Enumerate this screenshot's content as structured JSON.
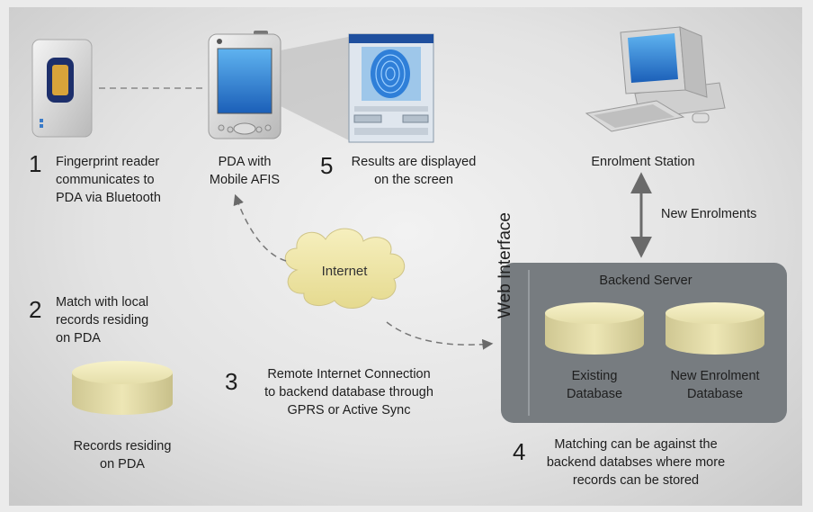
{
  "steps": {
    "s1": {
      "num": "1",
      "lines": [
        "Fingerprint reader",
        "communicates to",
        "PDA via Bluetooth"
      ]
    },
    "s2": {
      "num": "2",
      "lines": [
        "Match with local",
        "records residing",
        "on PDA"
      ]
    },
    "s3": {
      "num": "3",
      "lines": [
        "Remote Internet Connection",
        "to backend database through",
        "GPRS or Active Sync"
      ]
    },
    "s4": {
      "num": "4",
      "lines": [
        "Matching can be against the",
        "backend databses where more",
        "records can be stored"
      ]
    },
    "s5": {
      "num": "5",
      "lines": [
        "Results are displayed",
        "on the screen"
      ]
    }
  },
  "labels": {
    "pda": [
      "PDA with",
      "Mobile AFIS"
    ],
    "enrolment_station": "Enrolment Station",
    "new_enrolments": "New Enrolments",
    "internet": "Internet",
    "backend_server": "Backend Server",
    "web_interface": "Web Interface",
    "existing_db": [
      "Existing",
      "Database"
    ],
    "new_enrolment_db": [
      "New Enrolment",
      "Database"
    ],
    "local_records": [
      "Records residing",
      "on PDA"
    ]
  },
  "colors": {
    "database_fill": "#ece6b4",
    "cloud_fill": "#eee5a4",
    "server_panel": "#777c80",
    "screen_blue": "#2f7fd8",
    "arrow": "#6a6a6a"
  },
  "icons": [
    "fingerprint-reader-icon",
    "pda-icon",
    "pda-screen-zoom-icon",
    "desktop-computer-icon",
    "cloud-icon",
    "database-icon"
  ]
}
